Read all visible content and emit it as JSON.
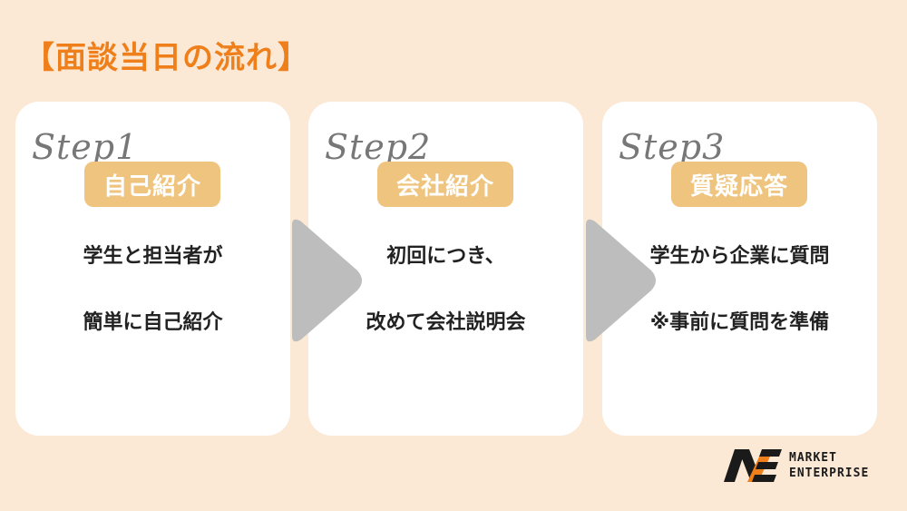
{
  "title": "【面談当日の流れ】",
  "steps": [
    {
      "step": "Step1",
      "badge": "自己紹介",
      "line1": "学生と担当者が",
      "line2": "簡単に自己紹介"
    },
    {
      "step": "Step2",
      "badge": "会社紹介",
      "line1": "初回につき、",
      "line2": "改めて会社説明会"
    },
    {
      "step": "Step3",
      "badge": "質疑応答",
      "line1": "学生から企業に質問",
      "line2": "※事前に質問を準備"
    }
  ],
  "logo": {
    "line1": "MARKET",
    "line2": "ENTERPRISE",
    "icon": "me-logo-icon"
  },
  "colors": {
    "background": "#fbe9d6",
    "accent": "#ef7f1a",
    "badge": "#efc47f",
    "arrow": "#bdbdbd"
  }
}
